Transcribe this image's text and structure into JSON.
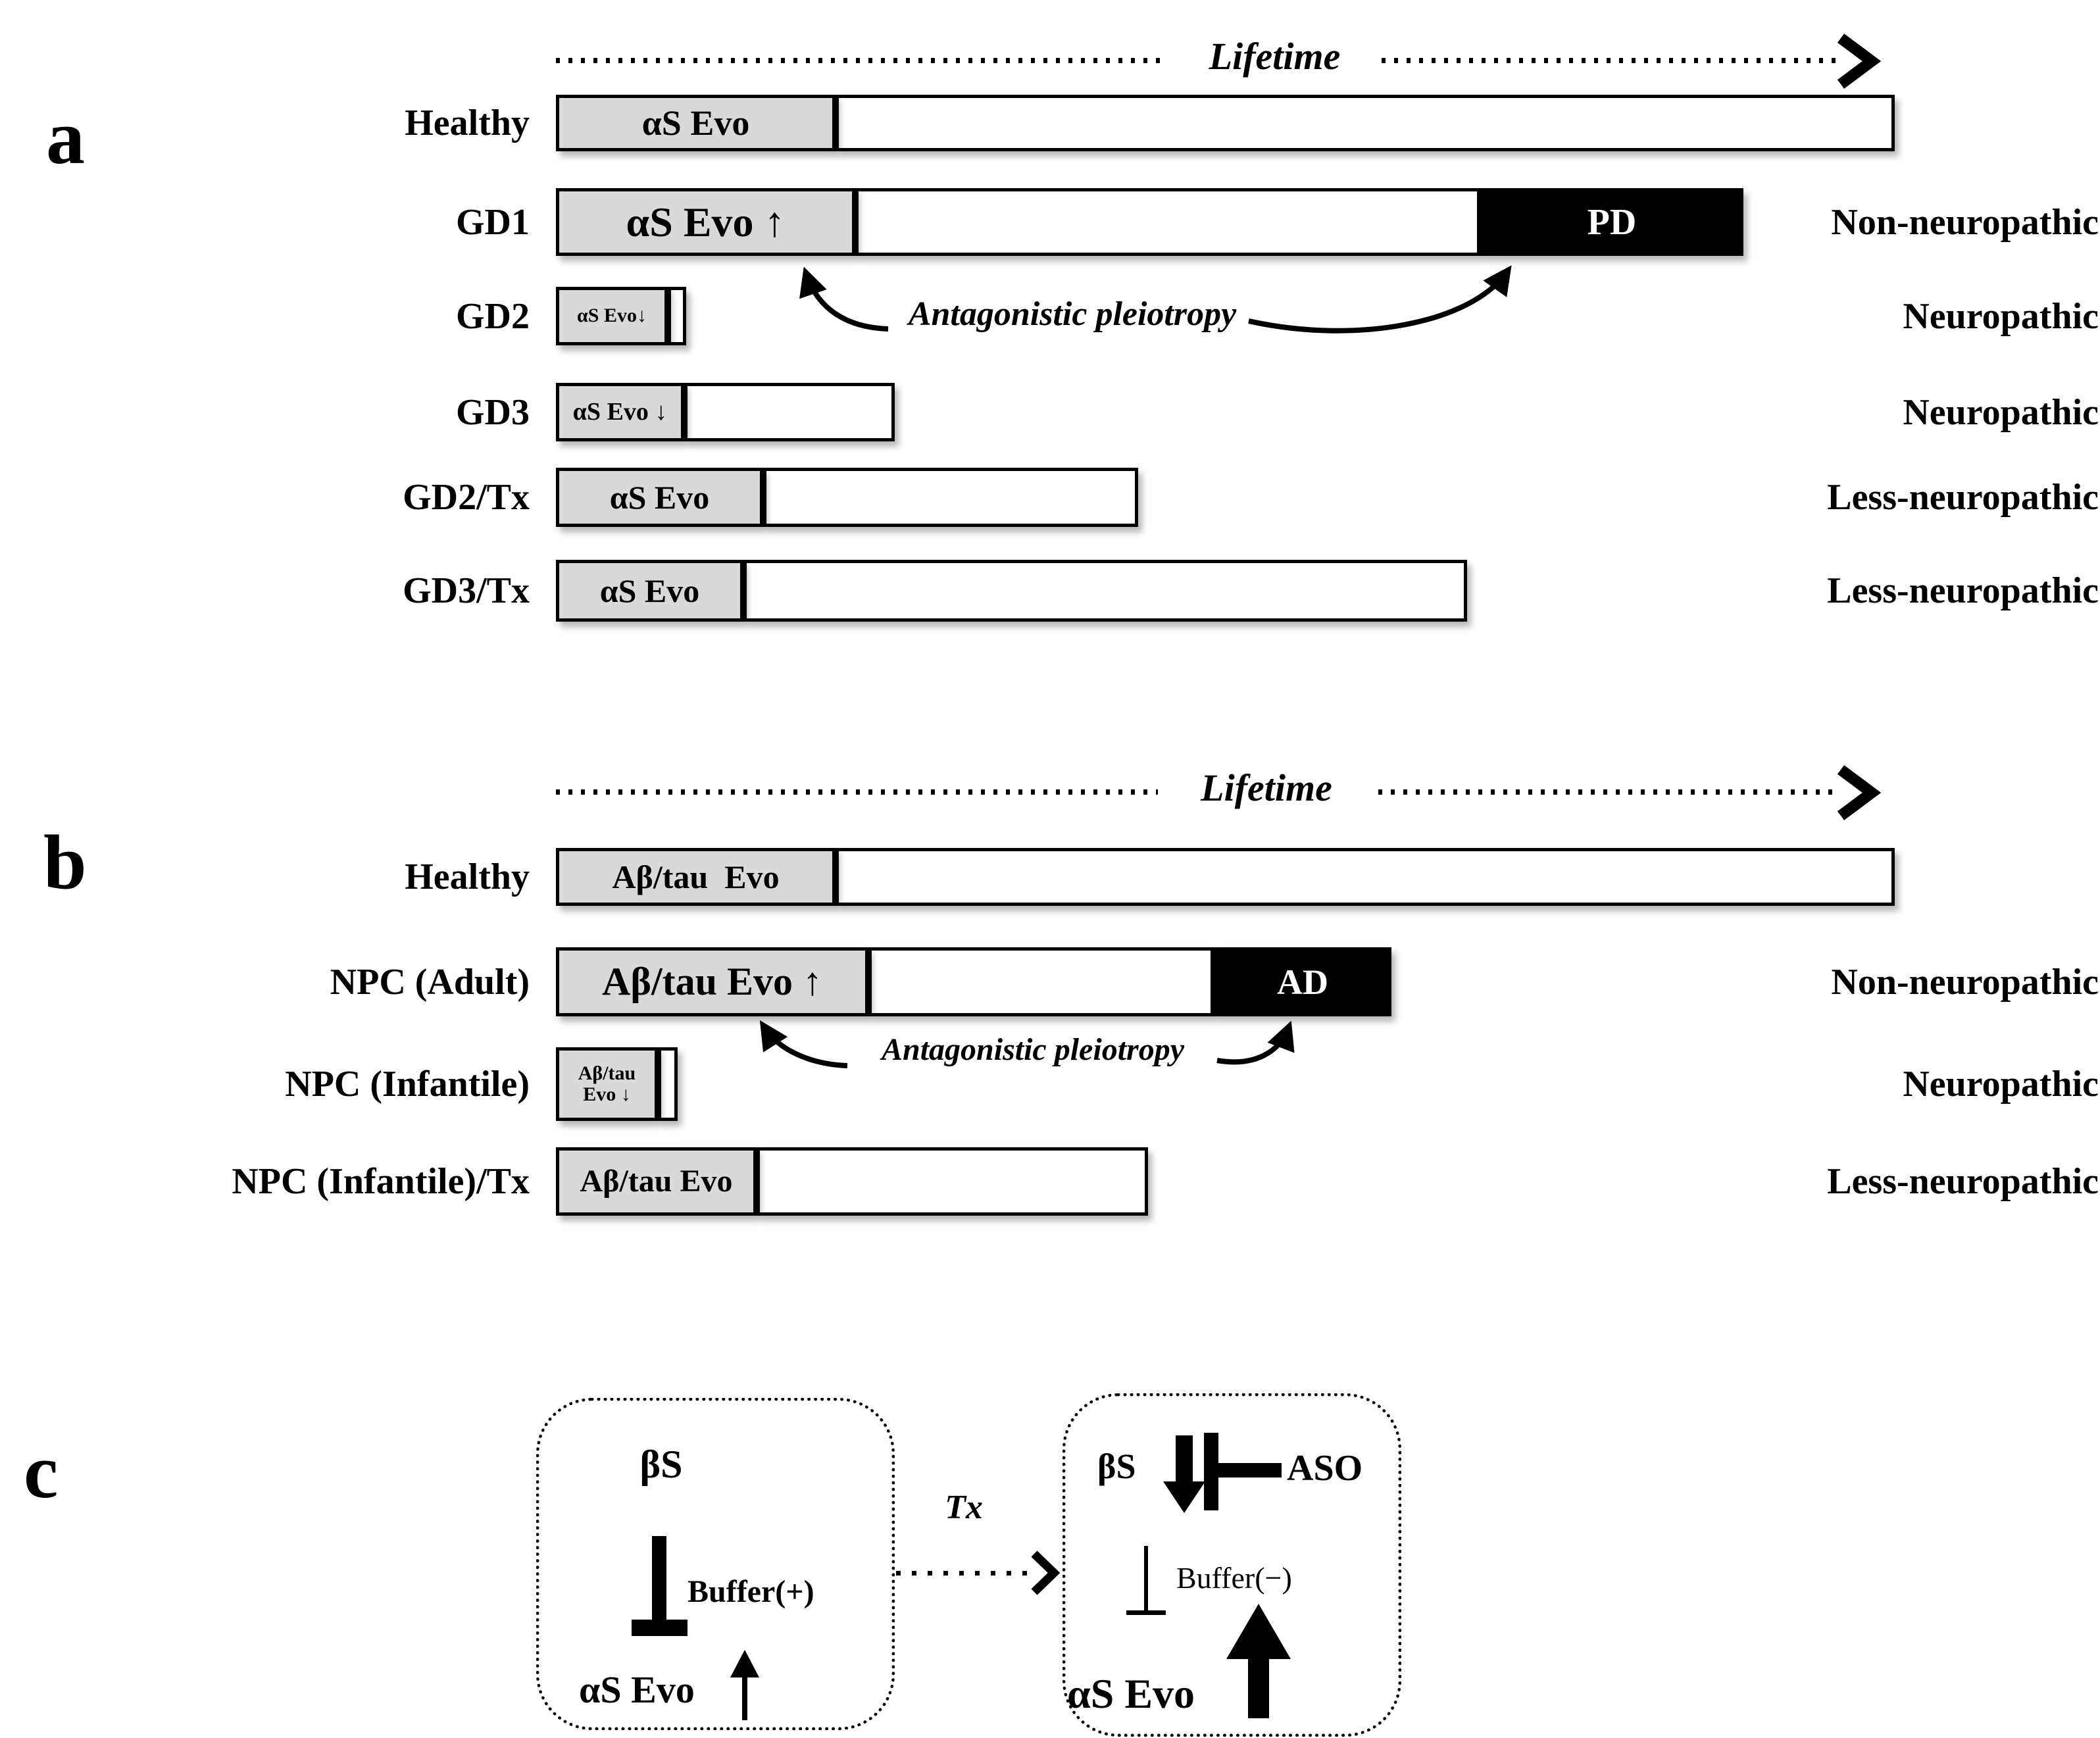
{
  "panel_a": {
    "letter": "a",
    "lifetime_label": "Lifetime",
    "pleiotropy_label": "Antagonistic pleiotropy",
    "rows": [
      {
        "label": "Healthy",
        "evo": "αS Evo",
        "disease": "",
        "outcome": ""
      },
      {
        "label": "GD1",
        "evo": "αS Evo ↑",
        "disease": "PD",
        "outcome": "Non-neuropathic"
      },
      {
        "label": "GD2",
        "evo": "αS Evo↓",
        "disease": "",
        "outcome": "Neuropathic"
      },
      {
        "label": "GD3",
        "evo": "αS Evo ↓",
        "disease": "",
        "outcome": "Neuropathic"
      },
      {
        "label": "GD2/Tx",
        "evo": "αS Evo",
        "disease": "",
        "outcome": "Less-neuropathic"
      },
      {
        "label": "GD3/Tx",
        "evo": "αS Evo",
        "disease": "",
        "outcome": "Less-neuropathic"
      }
    ]
  },
  "panel_b": {
    "letter": "b",
    "lifetime_label": "Lifetime",
    "pleiotropy_label": "Antagonistic pleiotropy",
    "rows": [
      {
        "label": "Healthy",
        "evo": "Aβ/tau  Evo",
        "disease": "",
        "outcome": ""
      },
      {
        "label": "NPC (Adult)",
        "evo": "Aβ/tau Evo ↑",
        "disease": "AD",
        "outcome": "Non-neuropathic"
      },
      {
        "label": "NPC (Infantile)",
        "evo": "Aβ/tau\nEvo ↓",
        "disease": "",
        "outcome": "Neuropathic"
      },
      {
        "label": "NPC (Infantile)/Tx",
        "evo": "Aβ/tau Evo",
        "disease": "",
        "outcome": "Less-neuropathic"
      }
    ]
  },
  "panel_c": {
    "letter": "c",
    "tx_label": "Tx",
    "left_box": {
      "top": "βS",
      "buffer": "Buffer(+)",
      "bottom": "αS Evo",
      "bottom_arrow": "↑"
    },
    "right_box": {
      "top": "βS",
      "aso": "ASO",
      "buffer": "Buffer(−)",
      "bottom": "αS Evo"
    }
  },
  "icons": {
    "lifetime_arrowhead": "chevron-right",
    "tx_arrowhead": "chevron-right",
    "inhibition_bar": "tee-bar",
    "up_arrow": "↑",
    "down_arrow": "↓"
  },
  "colors": {
    "evo_box_gray": "#d9d9d9",
    "disease_box_black": "#000000",
    "background": "#ffffff",
    "ink": "#000000"
  }
}
